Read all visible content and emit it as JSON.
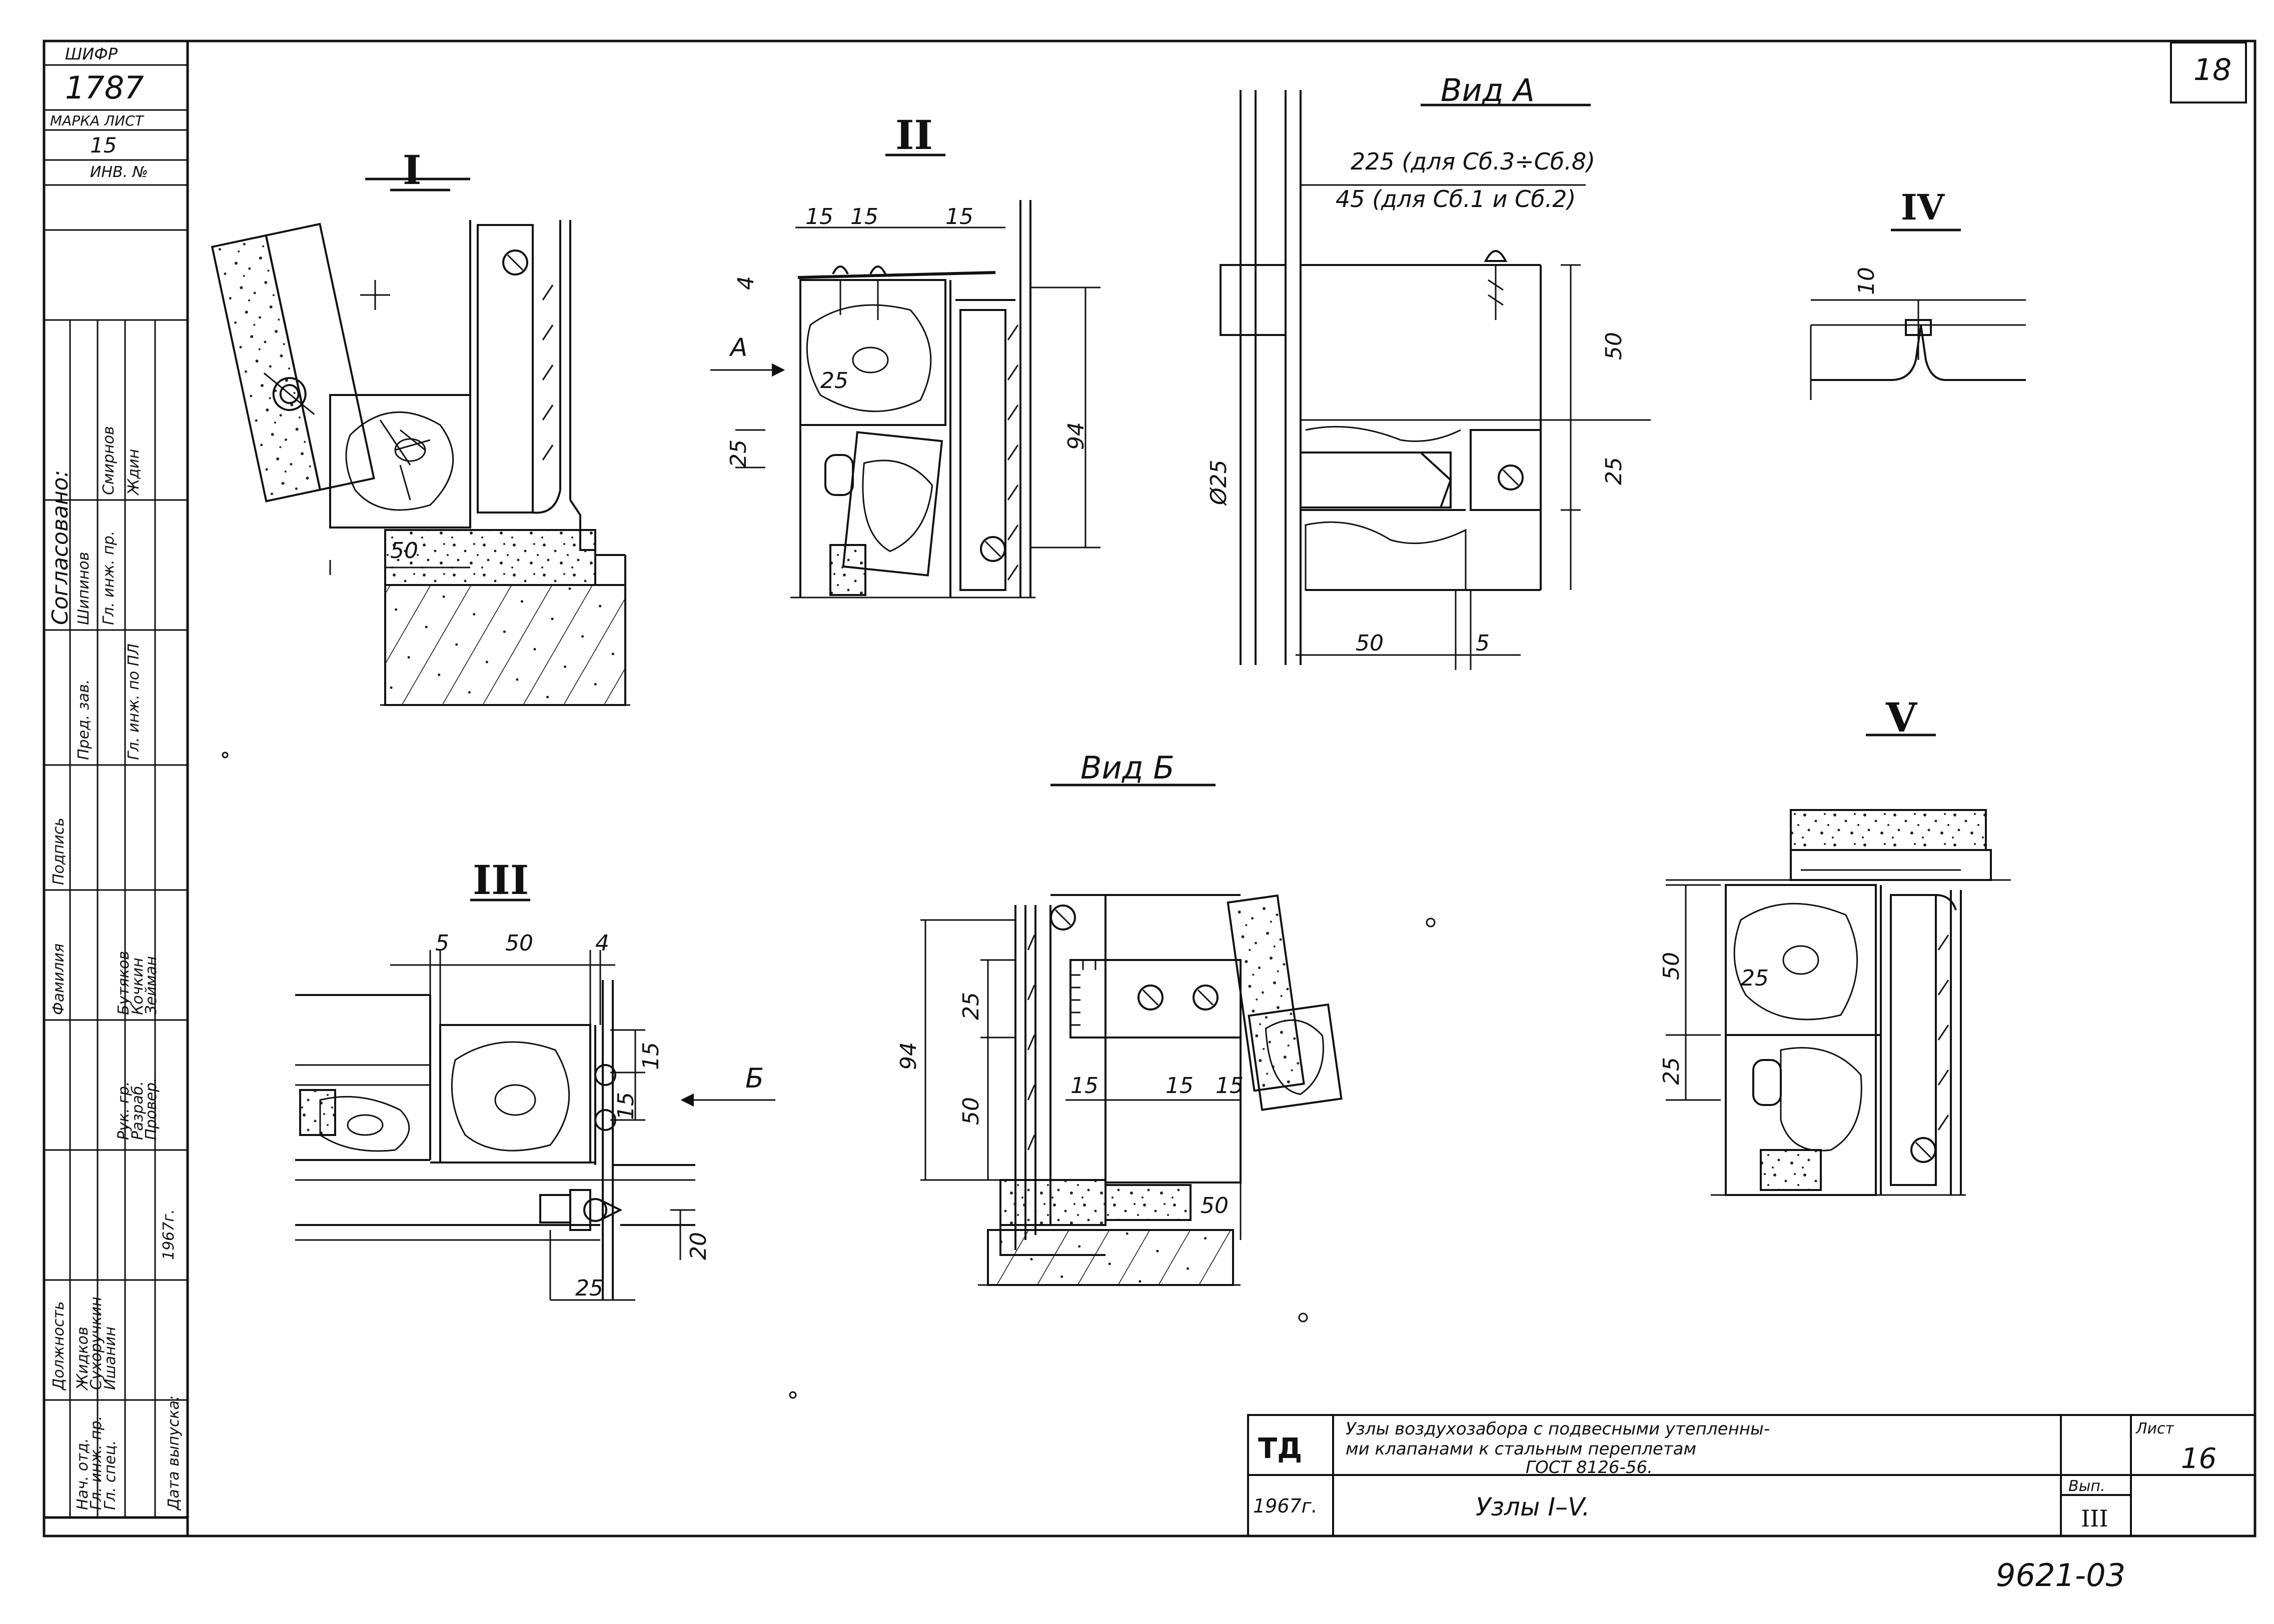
{
  "corner_block": {
    "code_label": "ШИФР",
    "code": "1787",
    "mark_label": "МАРКА ЛИСТ",
    "mark_value": "15",
    "inv_label": "ИНВ. №"
  },
  "sheet_number": "18",
  "views": {
    "node_1": {
      "title": "I",
      "dims": [
        "50"
      ]
    },
    "node_2": {
      "title": "II",
      "arrow_label": "А",
      "dims": [
        "15",
        "15",
        "15",
        "4",
        "25",
        "25",
        "94"
      ]
    },
    "view_a": {
      "title": "Вид А",
      "note_1": "225 (для Сб.3÷Сб.8)",
      "note_2": "45 (для Сб.1 и Сб.2)",
      "dims": [
        "50",
        "25",
        "Ø25",
        "50",
        "5"
      ]
    },
    "node_4": {
      "title": "IV",
      "dims": [
        "10"
      ]
    },
    "view_b": {
      "title": "Вид Б",
      "dims": [
        "94",
        "25",
        "50",
        "15",
        "15",
        "15",
        "50"
      ]
    },
    "node_3": {
      "title": "III",
      "arrow_label": "Б",
      "dims": [
        "5",
        "50",
        "4",
        "15",
        "15",
        "20",
        "25"
      ]
    },
    "node_5": {
      "title": "V",
      "dims": [
        "50",
        "25",
        "25"
      ]
    }
  },
  "side_table": {
    "header": "Согласовано:",
    "columns": [
      "Должность",
      "Фамилия",
      "Подпись"
    ],
    "rows": [
      {
        "role": "Нач. отд.",
        "name": "Жидков",
        "date": "1967г."
      },
      {
        "role": "Гл. инж. пр.",
        "name": "Сухоручкин"
      },
      {
        "role": "Гл. спец.",
        "name": "Ишанин"
      },
      {
        "role": "Рук. гр.",
        "name": "Бутяков"
      },
      {
        "role": "Разраб.",
        "name": "Кочкин"
      },
      {
        "role": "Провер.",
        "name": "Зейман"
      }
    ],
    "approvals": [
      {
        "role": "Гл. инж. пр.",
        "name": "Смирнов"
      },
      {
        "role": "Пред. зав.",
        "name": "Шипинов"
      },
      {
        "role": "Гл. инж. по ПЛ",
        "name": "Ждин"
      }
    ],
    "footer": "Дата выпуска:"
  },
  "title_block": {
    "org": "ТД",
    "year": "1967г.",
    "title_line_1": "Узлы воздухозабора с подвесными утепленны-",
    "title_line_2": "ми клапанами к стальным переплетам",
    "title_line_3": "ГОСТ 8126-56.",
    "subtitle": "Узлы I–V.",
    "sheet_label": "Лист",
    "sheet_value": "16",
    "issue_label": "Вып.",
    "issue_value": "III"
  },
  "archive_number": "9621-03"
}
